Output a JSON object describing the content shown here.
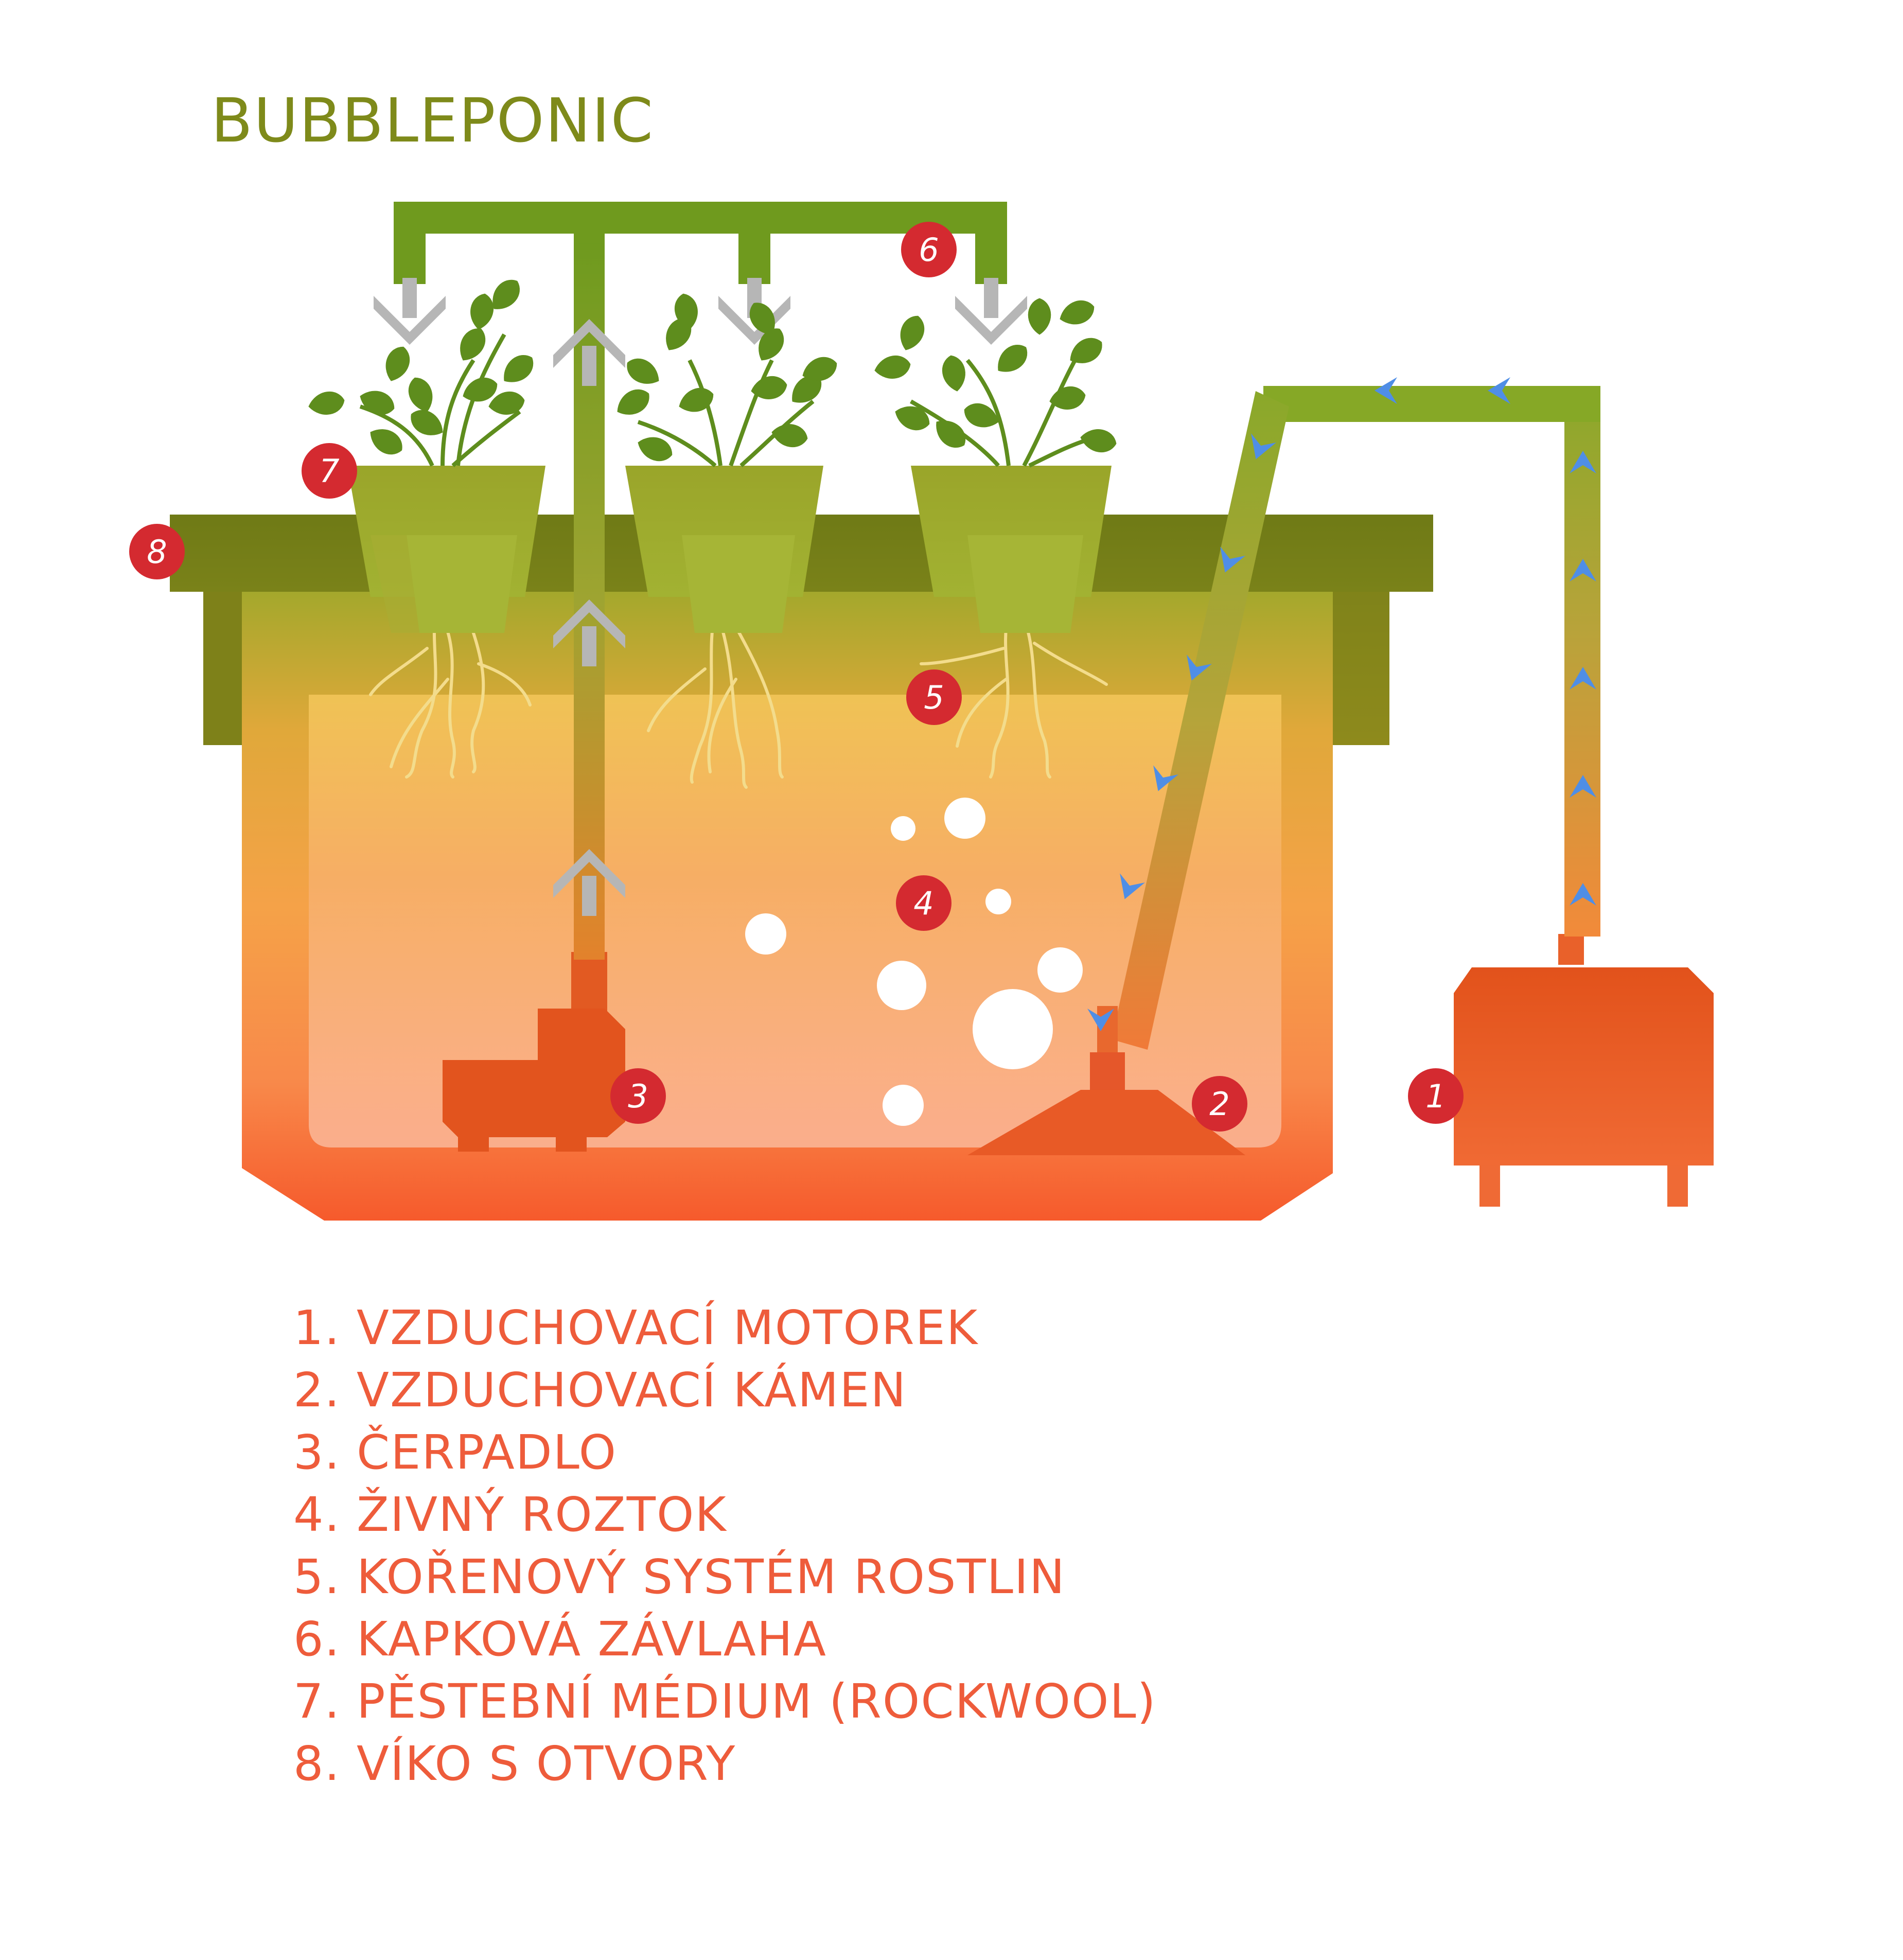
{
  "title": "BUBBLEPONIC",
  "badges": [
    "1",
    "2",
    "3",
    "4",
    "5",
    "6",
    "7",
    "8"
  ],
  "legend": [
    "1. VZDUCHOVACÍ MOTOREK",
    "2. VZDUCHOVACÍ KÁMEN",
    "3. ČERPADLO",
    "4. ŽIVNÝ ROZTOK",
    "5. KOŘENOVÝ SYSTÉM ROSTLIN",
    "6. KAPKOVÁ ZÁVLAHA",
    "7. PĚSTEBNÍ MÉDIUM (ROCKWOOL)",
    "8. VÍKO S OTVORY"
  ],
  "colors": {
    "title": "#7e8a1a",
    "legend_text": "#ee5c3b",
    "badge": "#d42a30",
    "lid": "#6e7a17",
    "pipe_green": "#6f9a1c",
    "pump": "#e2541e",
    "air_arrow": "#4f8ee6",
    "flow_arrow": "#b8b8b8",
    "leaf": "#5a8a1a",
    "root": "#f2d890"
  }
}
